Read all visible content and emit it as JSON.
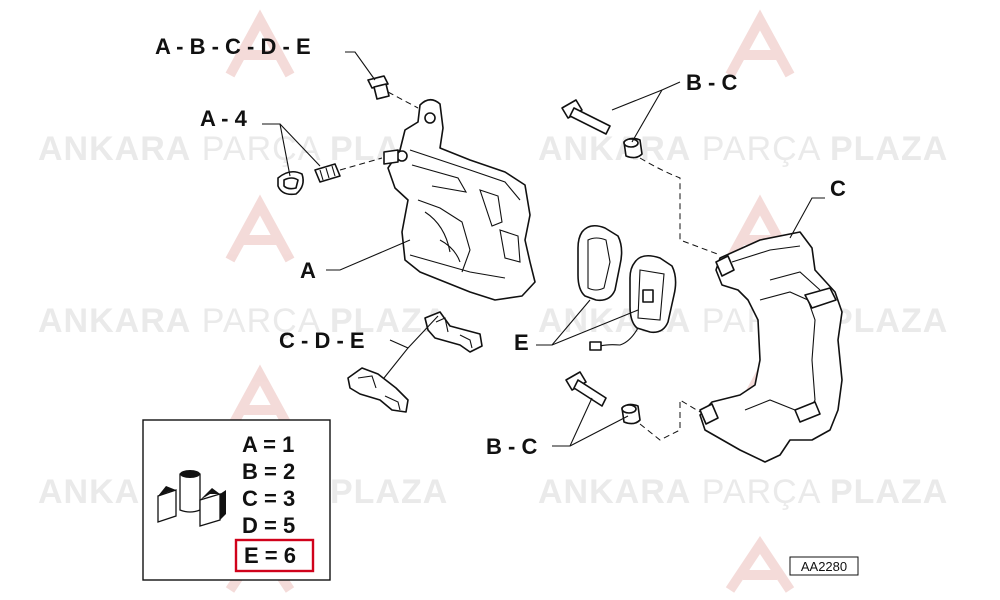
{
  "watermark": {
    "brand_bold_1": "ANKARA",
    "brand_light": "PARÇA",
    "brand_bold_2": "PLAZA"
  },
  "callouts": {
    "top_left": "A - B - C - D - E",
    "a4": "A - 4",
    "a": "A",
    "cde": "C - D - E",
    "bc_top": "B - C",
    "c": "C",
    "e": "E",
    "bc_bottom": "B - C"
  },
  "legend": {
    "items": [
      "A = 1",
      "B = 2",
      "C = 3",
      "D = 5",
      "E = 6"
    ],
    "highlighted_index": 4,
    "highlight_color": "#d0021b"
  },
  "reference_code": "AA2280",
  "colors": {
    "line": "#111111",
    "watermark": "#d9d9d9",
    "highlight": "#d0021b"
  }
}
